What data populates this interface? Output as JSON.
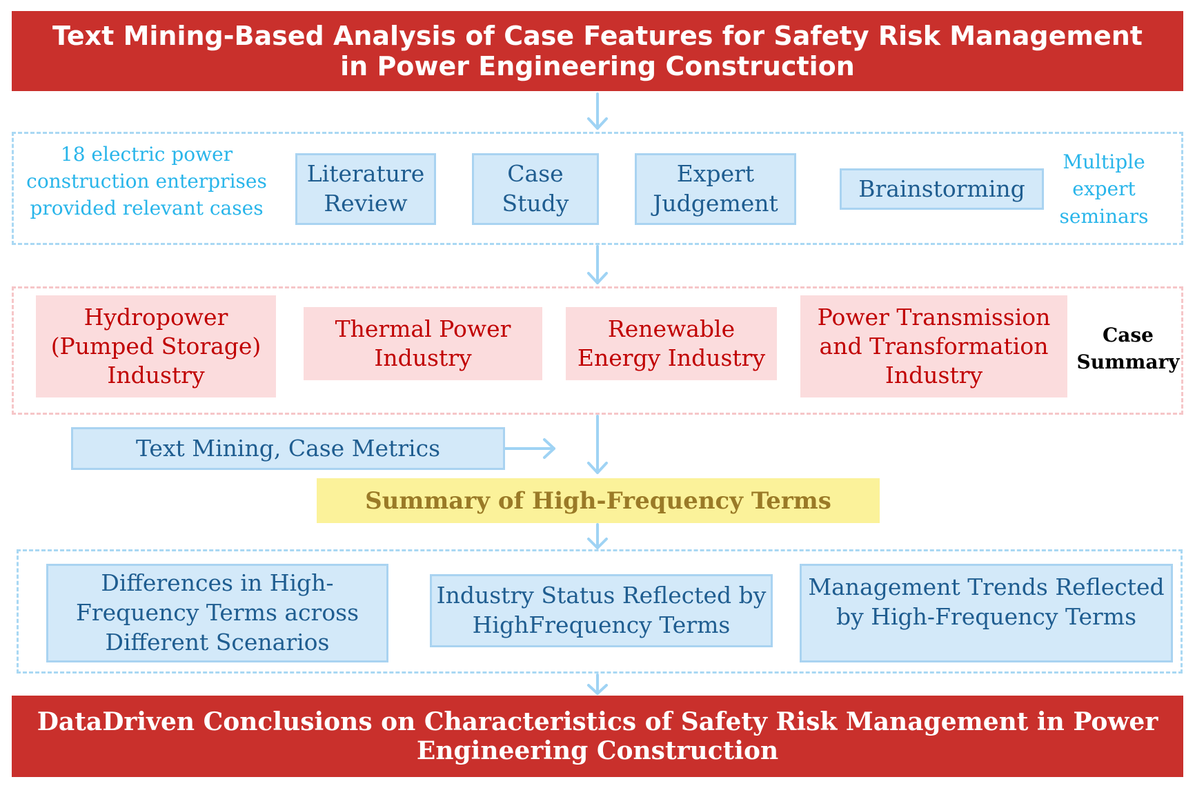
{
  "title_top": {
    "line1": "Text Mining-Based Analysis of Case Features for Safety Risk Management",
    "line2": "in Power Engineering Construction"
  },
  "methods": {
    "left_note": [
      "18 electric power",
      "construction enterprises",
      "provided relevant cases"
    ],
    "items": [
      [
        "Literature",
        "Review"
      ],
      [
        "Case",
        "Study"
      ],
      [
        "Expert",
        "Judgement"
      ],
      [
        "Brainstorming"
      ]
    ],
    "right_note": [
      "Multiple",
      "expert",
      "seminars"
    ]
  },
  "industries": {
    "items": [
      [
        "Hydropower",
        "(Pumped Storage)",
        "Industry"
      ],
      [
        "Thermal Power",
        "Industry"
      ],
      [
        "Renewable",
        "Energy Industry"
      ],
      [
        "Power Transmission",
        "and Transformation",
        "Industry"
      ]
    ],
    "side_label": [
      "Case",
      "Summary"
    ]
  },
  "text_mining_label": "Text Mining, Case Metrics",
  "summary_label": "Summary of High-Frequency Terms",
  "analyses": [
    [
      "Differences in High-",
      "Frequency Terms across",
      "Different Scenarios"
    ],
    [
      "Industry Status Reflected by",
      "HighFrequency Terms"
    ],
    [
      "Management Trends Reflected",
      "by High-Frequency Terms"
    ]
  ],
  "conclusion": {
    "line1": "DataDriven Conclusions on Characteristics of Safety Risk Management in Power",
    "line2": "Engineering Construction"
  },
  "colors": {
    "banner_red": "#c9302c",
    "light_blue_fill": "#d3e9f9",
    "blue_border": "#a9d3f1",
    "blue_text": "#1f5d90",
    "pink_fill": "#fbdcdd",
    "pink_text": "#c00000",
    "yellow_fill": "#fbf29a",
    "yellow_text": "#9a7a27",
    "cyan_text": "#29b5ea",
    "arrow_blue": "#9fd3f4"
  }
}
